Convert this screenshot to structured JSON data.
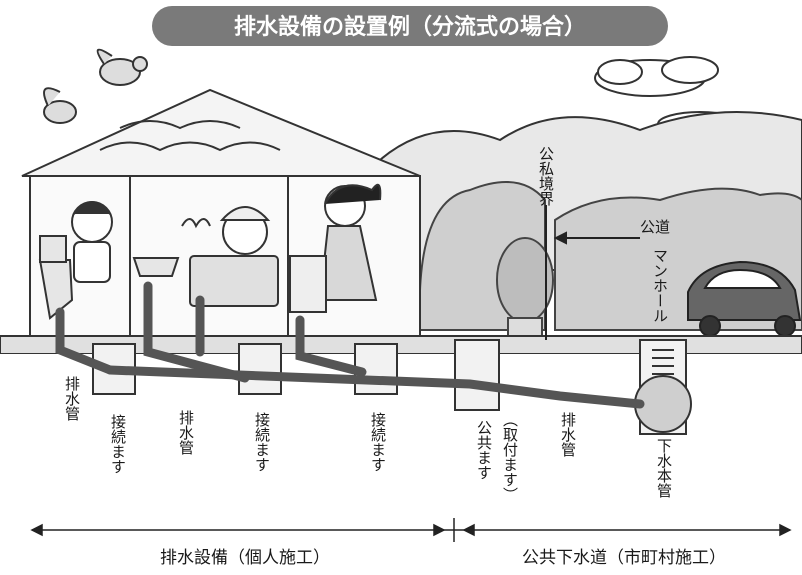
{
  "title": "排水設備の設置例（分流式の場合）",
  "labels": {
    "boundary": "公私境界",
    "public_road": "公道",
    "manhole": "マンホール",
    "drain_pipe_left": "排水管",
    "drain_pipe_mid": "排水管",
    "drain_pipe_right": "排水管",
    "masu_1": "接続ます",
    "masu_2": "接続ます",
    "masu_3": "接続ます",
    "public_masu": "公共ます",
    "public_masu_note": "（取付ます）",
    "main_sewer": "下水本管"
  },
  "footer": {
    "private": "排水設備（個人施工）",
    "public": "公共下水道（市町村施工）"
  }
}
